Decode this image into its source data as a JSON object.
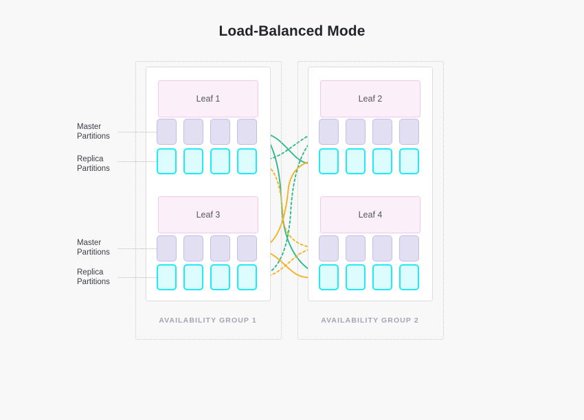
{
  "page": {
    "title": "Load-Balanced Mode",
    "background": "#f8f8f8"
  },
  "colors": {
    "title_text": "#23252b",
    "leaf_fill": "#fbeffa",
    "leaf_border": "#f3c9e9",
    "leaf_text": "#55575f",
    "master_fill": "#e3dff2",
    "master_border": "#c3bce6",
    "replica_fill": "#dcfcfd",
    "replica_border": "#21e9f7",
    "card_bg": "#ffffff",
    "card_border": "#dededf",
    "group_border": "#c9c9cf",
    "group_label": "#a4a4b4",
    "link_green": "#2fb98a",
    "link_orange": "#f4b223",
    "label_text": "#3b3d45",
    "leader_line": "#b9b9c2"
  },
  "availability_groups": [
    {
      "id": "ag1",
      "label": "AVAILABILITY GROUP 1",
      "leaves": [
        {
          "id": "leaf1",
          "name": "Leaf 1",
          "master_partitions": [
            "m1",
            "m2",
            "m3",
            "m4"
          ],
          "replica_partitions": [
            "r1",
            "r2",
            "r3",
            "r4"
          ]
        },
        {
          "id": "leaf3",
          "name": "Leaf 3",
          "master_partitions": [
            "m1",
            "m2",
            "m3",
            "m4"
          ],
          "replica_partitions": [
            "r1",
            "r2",
            "r3",
            "r4"
          ]
        }
      ]
    },
    {
      "id": "ag2",
      "label": "AVAILABILITY GROUP 2",
      "leaves": [
        {
          "id": "leaf2",
          "name": "Leaf 2",
          "master_partitions": [
            "m1",
            "m2",
            "m3",
            "m4"
          ],
          "replica_partitions": [
            "r1",
            "r2",
            "r3",
            "r4"
          ]
        },
        {
          "id": "leaf4",
          "name": "Leaf 4",
          "master_partitions": [
            "m1",
            "m2",
            "m3",
            "m4"
          ],
          "replica_partitions": [
            "r1",
            "r2",
            "r3",
            "r4"
          ]
        }
      ]
    }
  ],
  "annotations": {
    "master_label_line1": "Master",
    "master_label_line2": "Partitions",
    "replica_label_line1": "Replica",
    "replica_label_line2": "Partitions"
  },
  "connections": [
    {
      "id": "c1",
      "color": "#2fb98a",
      "style": "solid",
      "from": "leaf1.master4",
      "to": "leaf4.replica1",
      "arrow": true
    },
    {
      "id": "c2",
      "color": "#2fb98a",
      "style": "dashed",
      "from": "leaf1.replica4",
      "to": "leaf2.master1",
      "arrow": false
    },
    {
      "id": "c3",
      "color": "#2fb98a",
      "style": "solid",
      "from": "leaf1.master4",
      "to": "leaf2.replica1",
      "arrow": false
    },
    {
      "id": "c4",
      "color": "#2fb98a",
      "style": "dashed",
      "from": "leaf3.replica4",
      "to": "leaf2.master1",
      "arrow": false
    },
    {
      "id": "c5",
      "color": "#f4b223",
      "style": "solid",
      "from": "leaf3.master4",
      "to": "leaf2.replica1",
      "arrow": true
    },
    {
      "id": "c6",
      "color": "#f4b223",
      "style": "dashed",
      "from": "leaf1.replica4",
      "to": "leaf4.master1",
      "arrow": false
    },
    {
      "id": "c7",
      "color": "#f4b223",
      "style": "solid",
      "from": "leaf3.master4",
      "to": "leaf4.replica1",
      "arrow": true
    },
    {
      "id": "c8",
      "color": "#f4b223",
      "style": "dashed",
      "from": "leaf3.replica4",
      "to": "leaf4.master1",
      "arrow": false
    }
  ]
}
